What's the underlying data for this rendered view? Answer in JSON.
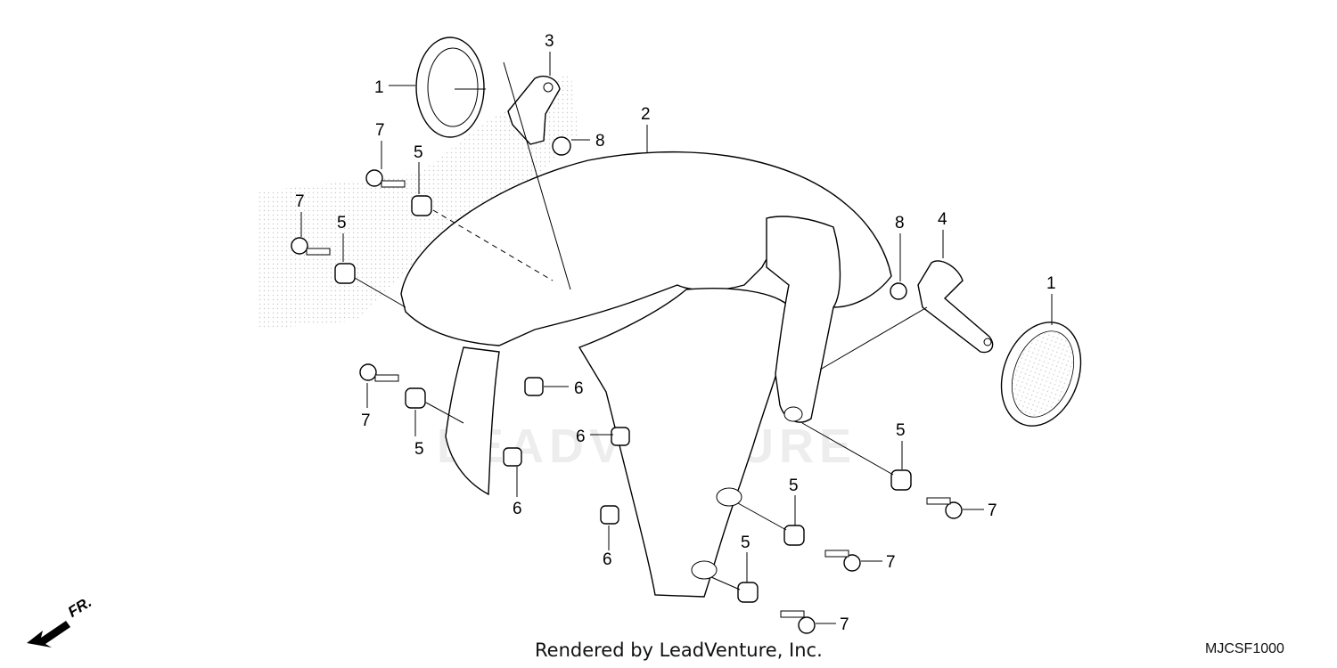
{
  "diagram": {
    "callouts": {
      "horn": "1",
      "reflector": "1",
      "fender": "2",
      "stay_left": "3",
      "stay_right": "4",
      "grommet": "5",
      "collar": "6",
      "bolt": "7",
      "nut": "8"
    },
    "credit": "Rendered by LeadVenture, Inc.",
    "diagram_code": "MJCSF1000",
    "direction_label": "FR.",
    "watermark": "LEADVENTURE"
  }
}
